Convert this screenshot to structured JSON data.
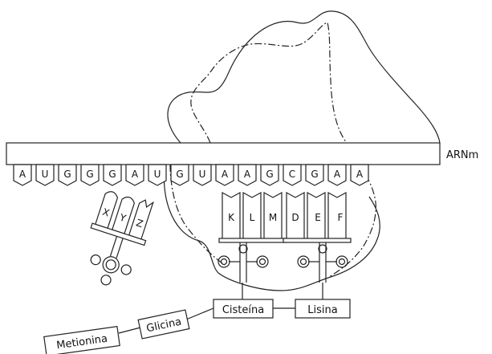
{
  "mrna": {
    "label": "ARNm",
    "codons": [
      "A",
      "U",
      "G",
      "G",
      "G",
      "A",
      "U",
      "G",
      "U",
      "A",
      "A",
      "G",
      "C",
      "G",
      "A",
      "A"
    ]
  },
  "trna_left": {
    "anticodon": [
      "X",
      "Y",
      "Z"
    ]
  },
  "trna_middle": {
    "anticodon": [
      "K",
      "L",
      "M"
    ]
  },
  "trna_right": {
    "anticodon": [
      "D",
      "E",
      "F"
    ]
  },
  "amino_acids": {
    "methionine": "Metionina",
    "glycine": "Glicina",
    "cysteine": "Cisteína",
    "lysine": "Lisina"
  }
}
